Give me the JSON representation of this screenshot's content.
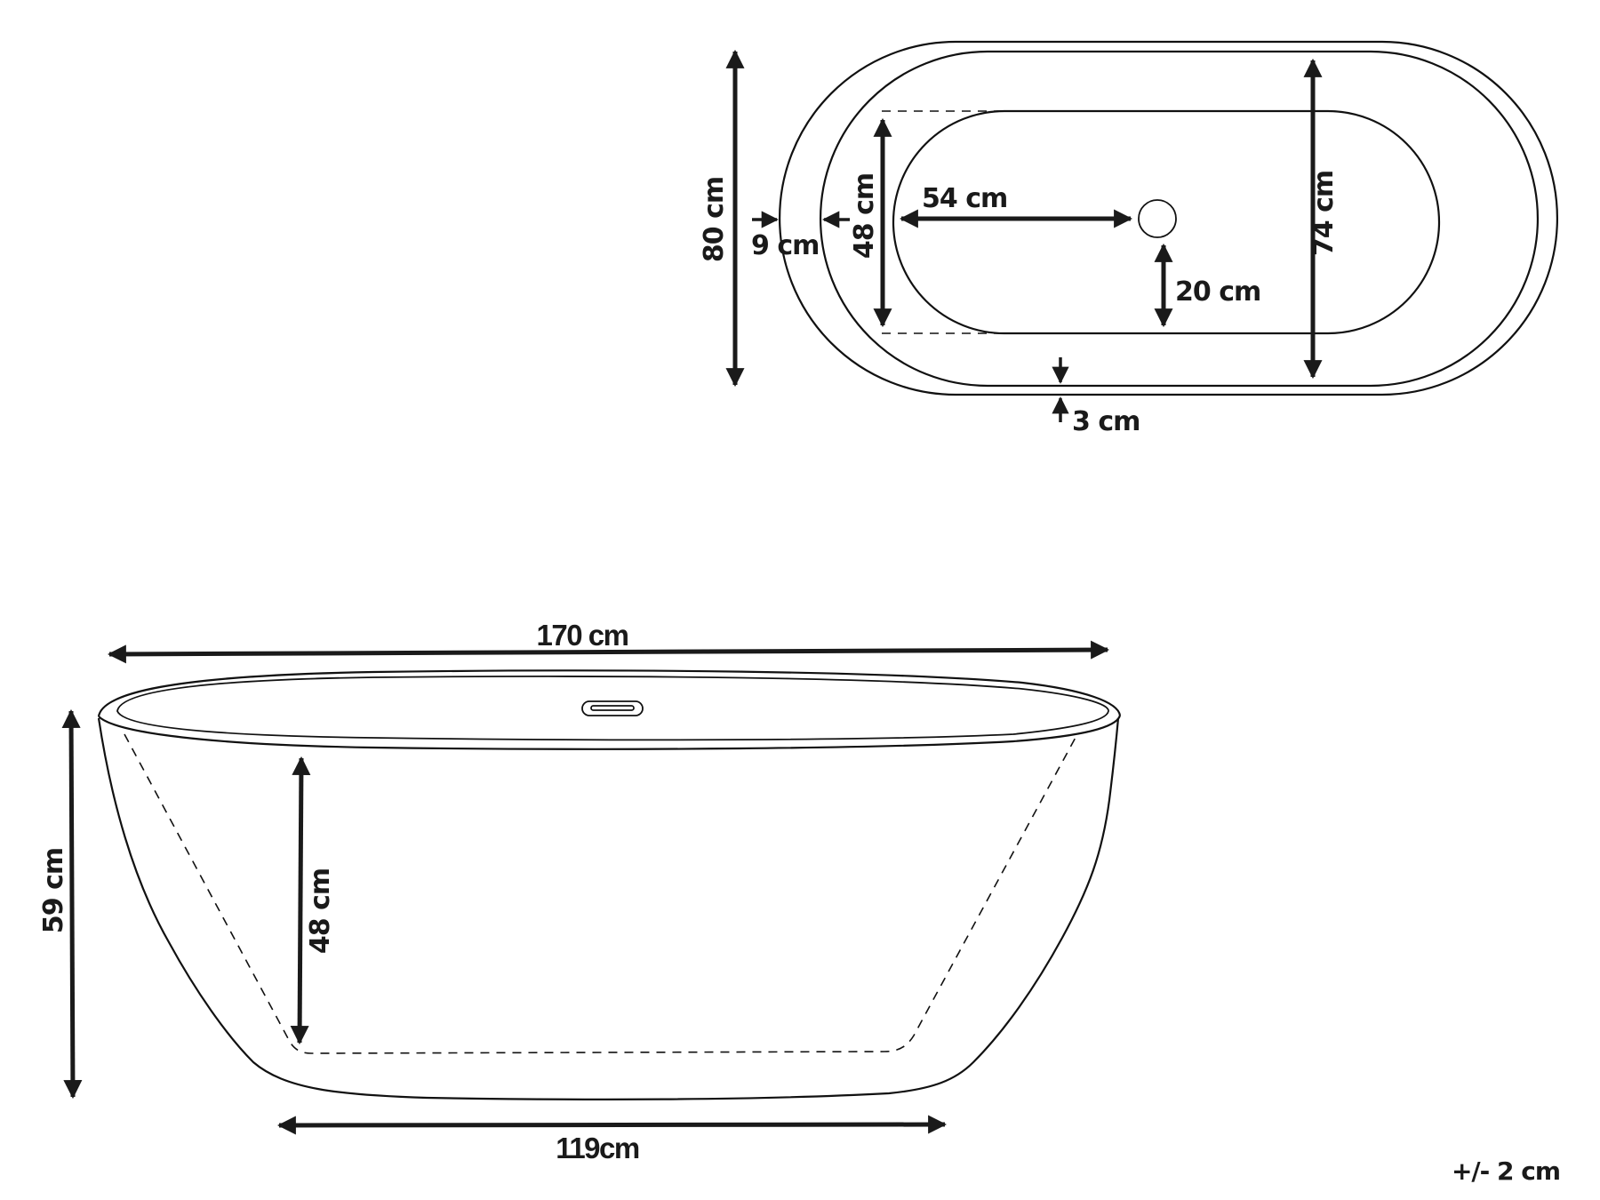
{
  "diagram": {
    "subject": "Freestanding oval bathtub technical drawing",
    "top_view": {
      "overall_width_label": "80 cm",
      "rim_width_label": "9 cm",
      "basin_width_label": "48 cm",
      "drain_offset_length_label": "54 cm",
      "drain_offset_side_label": "20 cm",
      "inner_width_label": "74 cm",
      "wall_thickness_label": "3 cm"
    },
    "side_view": {
      "overall_length_label": "170 cm",
      "overall_height_label": "59 cm",
      "inner_depth_label": "48 cm",
      "base_length_label": "119cm"
    },
    "tolerance_label": "+/- 2 cm",
    "colors": {
      "line": "#111111",
      "text": "#1a1a1a",
      "background": "#ffffff"
    }
  }
}
